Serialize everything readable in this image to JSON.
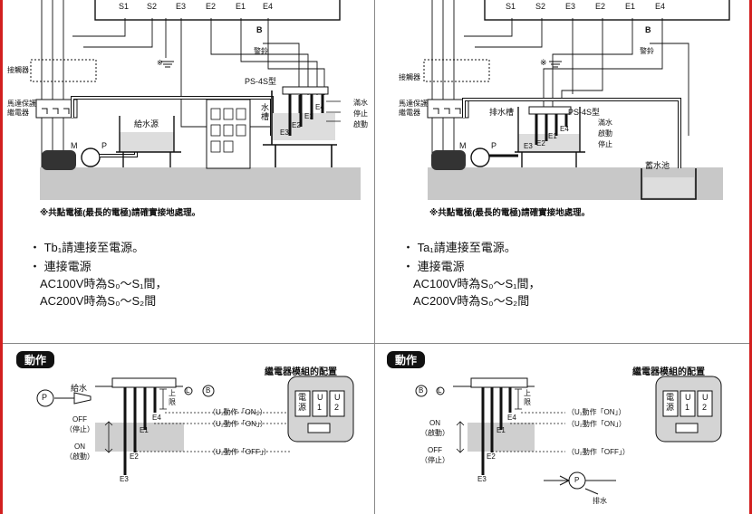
{
  "left": {
    "terminals": [
      "S1",
      "S2",
      "E3",
      "E2",
      "E1",
      "E4"
    ],
    "alarm_symbol": "B",
    "alarm_label": "警鈴",
    "ground_mark": "※",
    "contactor": "接觸器",
    "motor_relay": "馬達保護\n繼電器",
    "tank_label": "給水源",
    "tower_label": "水\n槽",
    "model": "PS-4S型",
    "electrodes": [
      "E4",
      "E1",
      "E2",
      "E3"
    ],
    "levels": [
      "滿水",
      "停止",
      "啟動"
    ],
    "motor": "M",
    "pump": "P",
    "note": "※共點電極(最長的電極)請確實接地處理。",
    "bullets": [
      "・ Tb₁請連接至電源。",
      "・ 連接電源",
      "AC100V時為S₀～S₁間，",
      "AC200V時為S₀～S₂間"
    ]
  },
  "right": {
    "terminals": [
      "S1",
      "S2",
      "E3",
      "E2",
      "E1",
      "E4"
    ],
    "alarm_symbol": "B",
    "alarm_label": "警鈴",
    "ground_mark": "※",
    "contactor": "接觸器",
    "motor_relay": "馬達保護\n繼電器",
    "tank_label": "排水槽",
    "model": "PS-4S型",
    "reservoir": "蓄水池",
    "electrodes": [
      "E4",
      "E1",
      "E2",
      "E3"
    ],
    "levels": [
      "滿水",
      "啟動",
      "停止"
    ],
    "motor": "M",
    "pump": "P",
    "note": "※共點電極(最長的電極)請確實接地處理。",
    "bullets": [
      "・ Ta₁請連接至電源。",
      "・ 連接電源",
      "AC100V時為S₀～S₁間，",
      "AC200V時為S₀～S₂間"
    ]
  },
  "operation": {
    "header": "動作",
    "relay_title": "繼電器模組的配置",
    "relay_cells": [
      "電\n源",
      "U\n1",
      "U\n2"
    ],
    "left": {
      "pump_label": "P",
      "feed": "給水",
      "state_off": "OFF\n（停止）",
      "state_on": "ON\n（啟動）",
      "limit": "上\n限",
      "lamp": "L",
      "alarm": "B",
      "lines": [
        "（U₁動作「ON」）",
        "（U₂動作「ON」）",
        "（U₂動作「OFF」）"
      ],
      "electrodes": [
        "E4",
        "E1",
        "E2",
        "E3"
      ]
    },
    "right": {
      "alarm": "B",
      "lamp": "L",
      "state_on": "ON\n（啟動）",
      "state_off": "OFF\n（停止）",
      "limit": "上\n限",
      "lines": [
        "（U₁動作「ON」）",
        "（U₂動作「ON」）",
        "（U₂動作「OFF」）"
      ],
      "electrodes": [
        "E4",
        "E1",
        "E2",
        "E3"
      ],
      "drain": "排水",
      "pump_label": "P"
    }
  }
}
